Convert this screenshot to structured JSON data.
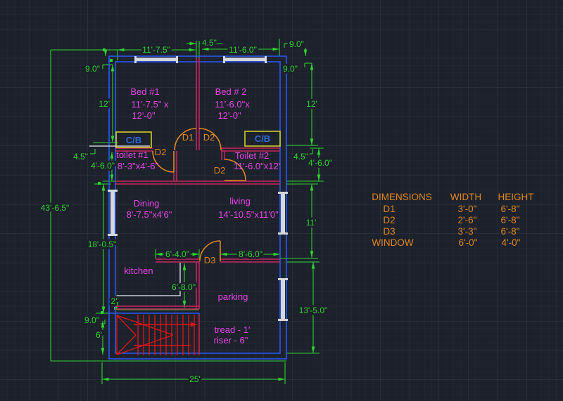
{
  "rooms": {
    "bed1": {
      "name": "Bed #1",
      "size1": "11'-7.5\" x",
      "size2": "12'-0\""
    },
    "bed2": {
      "name": "Bed # 2",
      "size1": "11'-6.0\"x",
      "size2": "12'-0\""
    },
    "toilet1": {
      "name": "toilet #1",
      "size": "8'-3\"x4'-6\""
    },
    "toilet2": {
      "name": "Toilet #2",
      "size": "11'-6.0\"x12'"
    },
    "dining": {
      "name": "Dining",
      "size": "8'-7.5\"x4'6\""
    },
    "living": {
      "name": "living",
      "size": "14'-10.5\"x11'0\""
    },
    "kitchen": {
      "name": "kitchen"
    },
    "parking": {
      "name": "parking"
    }
  },
  "stairs": {
    "tread": "tread - 1'",
    "riser": "riser - 6\""
  },
  "doors": {
    "d1": "D1",
    "d2": "D2",
    "d3": "D3"
  },
  "beam_label": "C/B",
  "dims": {
    "top_width_left": "11'-7.5\"",
    "top_wall": "4.5\"",
    "top_width_right": "11'-6.0\"",
    "top_right_offset_a": "9.0\"",
    "top_right_offset_b": "9.0\"",
    "top_left_offset": "9.0\"",
    "left_bed_height": "12'",
    "right_bed_height": "12'",
    "left_wall_thk": "4.5\"",
    "right_wall_thk": "4.5\"",
    "left_toilet_height": "4'-6.0\"",
    "right_toilet_height": "4'-6.0\"",
    "total_height": "43'-6.5\"",
    "left_lower_height": "18'-0.5\"",
    "living_height": "11'",
    "kitchen_width": "6'-4.0\"",
    "parking_top_width": "8'-6.0\"",
    "kitchen_height": "6'-8.0\"",
    "parking_height": "13'-5.0\"",
    "kitchen_ledge": "2'",
    "stair_offset": "9.0\"",
    "stair_height": "6'",
    "total_width": "25'"
  },
  "table": {
    "headers": [
      "DIMENSIONS",
      "WIDTH",
      "HEIGHT"
    ],
    "rows": [
      {
        "name": "D1",
        "width": "3'-0\"",
        "height": "6'-8\""
      },
      {
        "name": "D2",
        "width": "2'-6\"",
        "height": "6'-8\""
      },
      {
        "name": "D3",
        "width": "3'-3\"",
        "height": "6'-8\""
      },
      {
        "name": "WINDOW",
        "width": "6'-0\"",
        "height": "4'-0\""
      }
    ]
  },
  "colors": {
    "background": "#1c212b",
    "grid_minor": "#242a36",
    "grid_major": "#2e3543",
    "wall_outer": "#2a57f2",
    "wall_inner": "#c9255f",
    "dimension": "#2fd32f",
    "room_text": "#e845e8",
    "door": "#e0871f",
    "stairs": "#dd1515",
    "window": "#d4d7db",
    "beam_box": "#ddd82a",
    "beam_text": "#2f6bdd",
    "table_text": "#e0871f"
  }
}
